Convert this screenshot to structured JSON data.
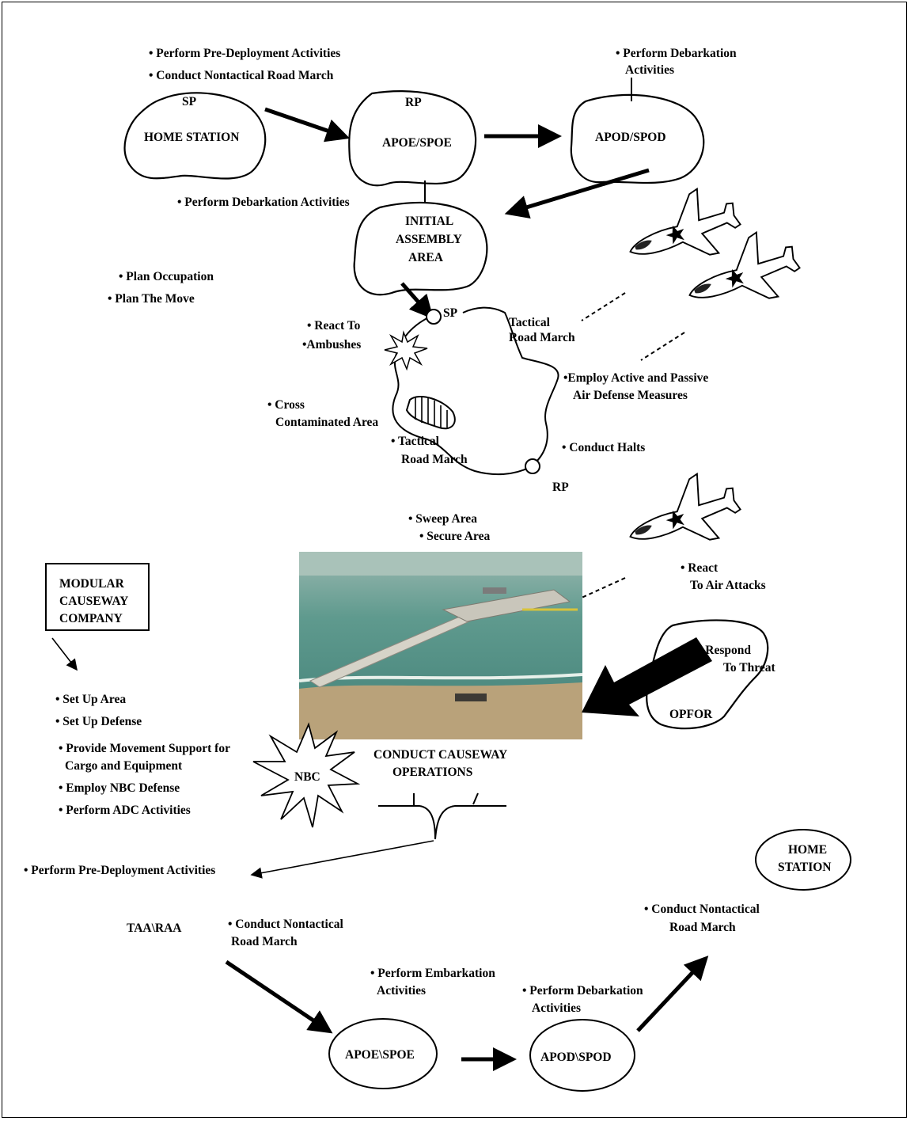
{
  "top": {
    "bullets_home": [
      "• Perform Pre-Deployment Activities",
      "• Conduct Nontactical Road March"
    ],
    "sp_label": "SP",
    "home_station": "HOME STATION",
    "rp_label": "RP",
    "apoe_spoe": "APOE/SPOE",
    "debark_bullet": [
      "• Perform Debarkation",
      "Activities"
    ],
    "apod_spod": "APOD/SPOD",
    "debark_bullet2": "• Perform Debarkation Activities",
    "initial_assembly": [
      "INITIAL",
      "ASSEMBLY",
      "AREA"
    ]
  },
  "march": {
    "plan_occupation": "• Plan Occupation",
    "plan_move": "• Plan The Move",
    "sp": "SP",
    "tactical_road_march": [
      "Tactical",
      "Road March"
    ],
    "react_to": "• React To",
    "ambushes": "•Ambushes",
    "employ_air_def": [
      "•Employ Active and Passive",
      "Air Defense Measures"
    ],
    "cross": "• Cross",
    "contaminated": "Contaminated Area",
    "tactical2": [
      "• Tactical",
      "Road March"
    ],
    "conduct_halts": "• Conduct Halts",
    "rp": "RP"
  },
  "causeway": {
    "sweep_area": "• Sweep Area",
    "secure_area": "• Secure Area",
    "react_air": [
      "• React",
      "To Air Attacks"
    ],
    "modular_box": [
      "MODULAR",
      "CAUSEWAY",
      "COMPANY"
    ],
    "respond": [
      "• Respond",
      "To Threat"
    ],
    "opfor": "OPFOR",
    "setup_bullets": [
      "• Set Up Area",
      "• Set Up Defense",
      "• Provide Movement Support for",
      "Cargo and Equipment",
      "•  Employ NBC Defense",
      "• Perform ADC Activities"
    ],
    "nbc": "NBC",
    "conduct_causeway": [
      "CONDUCT CAUSEWAY",
      "OPERATIONS"
    ]
  },
  "bottom": {
    "pre_deploy": "• Perform Pre-Deployment Activities",
    "taa_raa": "TAA\\RAA",
    "conduct_nontactical": [
      "• Conduct   Nontactical",
      "Road March"
    ],
    "perform_embark": [
      "• Perform Embarkation",
      "Activities"
    ],
    "perform_debark": [
      "• Perform Debarkation",
      "Activities"
    ],
    "conduct_nontactical2": [
      "• Conduct  Nontactical",
      "Road March"
    ],
    "home_station": [
      "HOME",
      "STATION"
    ],
    "apoe_spoe": "APOE\\SPOE",
    "apod_spod": "APOD\\SPOD"
  },
  "colors": {
    "ink": "#000000",
    "sea": "#5f9a8e",
    "sand": "#b9a27a",
    "plane_fill": "#ffffff"
  }
}
